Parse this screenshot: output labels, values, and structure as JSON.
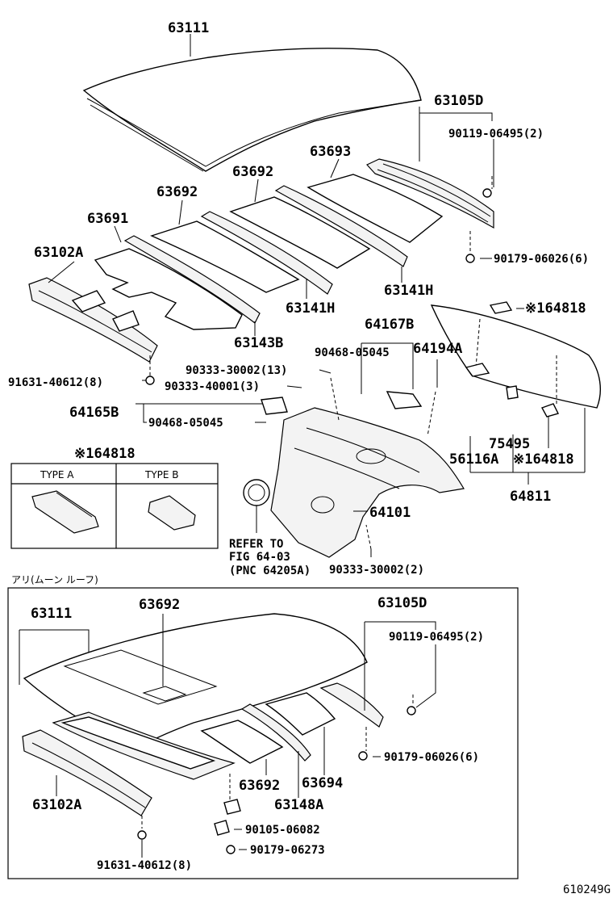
{
  "labels": {
    "p63111_top": "63111",
    "p63105d_top": "63105D",
    "p90119_top": "90119-06495(2)",
    "p63693": "63693",
    "p63692_a": "63692",
    "p63692_b": "63692",
    "p63691": "63691",
    "p63102a_top": "63102A",
    "p90179_top": "90179-06026(6)",
    "p63141h_a": "63141H",
    "p63141h_b": "63141H",
    "p63143b": "63143B",
    "p64818_top": "※164818",
    "p64167b": "64167B",
    "p90468_a": "90468-05045",
    "p64194a": "64194A",
    "p90333_13": "90333-30002(13)",
    "p90333_3": "90333-40001(3)",
    "p91631_top": "91631-40612(8)",
    "p64165b": "64165B",
    "p90468_b": "90468-05045",
    "p75495": "75495",
    "p56116a": "56116A",
    "p64818_right": "※164818",
    "p64811": "64811",
    "p64101": "64101",
    "refer_1": "REFER TO",
    "refer_2": "FIG 64-03",
    "refer_3": "(PNC 64205A)",
    "p90333_2": "90333-30002(2)",
    "p64818_box": "※164818",
    "type_a": "TYPE A",
    "type_b": "TYPE B",
    "moonroof_caption": "アリ(ムーン ルーフ)",
    "p63111_bot": "63111",
    "p63692_bot_top": "63692",
    "p63105d_bot": "63105D",
    "p90119_bot": "90119-06495(2)",
    "p90179_bot": "90179-06026(6)",
    "p63692_bot": "63692",
    "p63694": "63694",
    "p63148a": "63148A",
    "p63102a_bot": "63102A",
    "p90105": "90105-06082",
    "p90179_06273": "90179-06273",
    "p91631_bot": "91631-40612(8)",
    "fig_code": "610249G"
  }
}
